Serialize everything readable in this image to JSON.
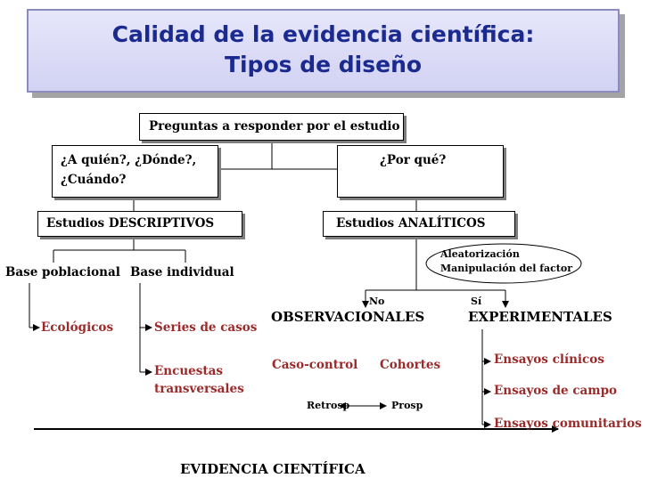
{
  "title": {
    "line1": "Calidad de la evidencia científica:",
    "line2": "Tipos de diseño"
  },
  "nodes": {
    "question_root": "Preguntas a responder por el estudio",
    "who_where_when_line1": "¿A quién?, ¿Dónde?,",
    "who_where_when_line2": "¿Cuándo?",
    "why": "¿Por qué?",
    "descriptive": "Estudios DESCRIPTIVOS",
    "analytic": "Estudios ANALÍTICOS",
    "population_base": "Base poblacional",
    "individual_base": "Base individual",
    "ecological": "Ecológicos",
    "case_series": "Series de casos",
    "surveys_line1": "Encuestas",
    "surveys_line2": "transversales",
    "randomization": "Aleatorización",
    "factor_manipulation": "Manipulación del factor",
    "no": "No",
    "yes": "Sí",
    "observational": "OBSERVACIONALES",
    "experimental": "EXPERIMENTALES",
    "case_control": "Caso-control",
    "cohorts": "Cohortes",
    "retrosp": "Retrosp",
    "prosp": "Prosp",
    "clinical_trials": "Ensayos clínicos",
    "field_trials": "Ensayos de campo",
    "community_trials": "Ensayos comunitarios",
    "evidence": "EVIDENCIA CIENTÍFICA"
  },
  "colors": {
    "title": "#1b2a8f",
    "banner": "#dcdcf6",
    "study_type": "#9b2a2a",
    "text": "#000000"
  }
}
